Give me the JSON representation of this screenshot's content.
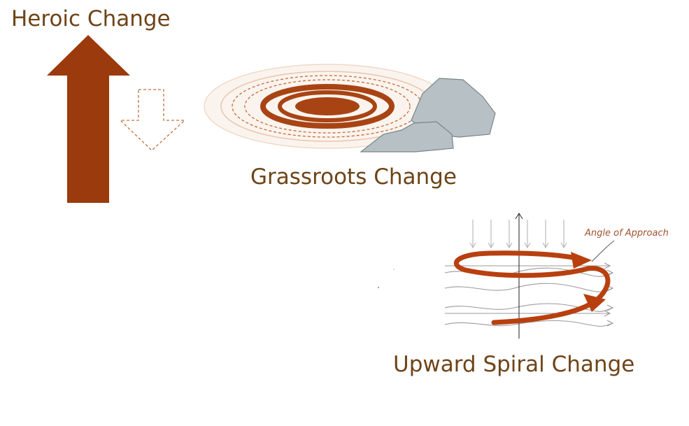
{
  "titles": {
    "heroic": "Heroic Change",
    "grassroots": "Grassroots Change",
    "spiral": "Upward Spiral Change"
  },
  "annotations": {
    "angle_of_approach": "Angle of Approach"
  },
  "colors": {
    "arrow": "#9b3a0c",
    "ripple": "#a84414",
    "rock": "#b7c1c5",
    "rock_stroke": "#7a8589",
    "spiral": "#b8400f",
    "wave": "#9a9a9a",
    "label": "#6e4418"
  }
}
